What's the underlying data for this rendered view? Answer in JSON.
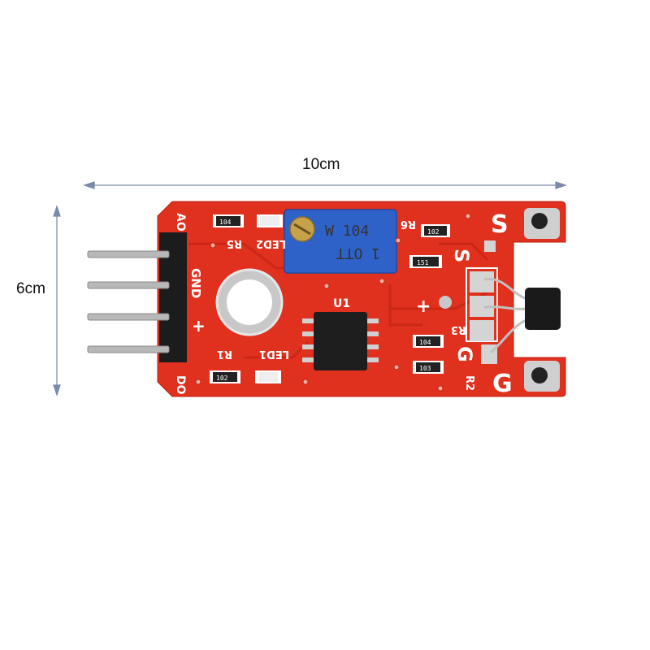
{
  "dimensions": {
    "width": "10cm",
    "height": "6cm"
  },
  "board": {
    "pins": [
      "AO",
      "GND",
      "+",
      "DO"
    ],
    "side_labels": [
      "S",
      "G"
    ],
    "components": {
      "r1": "R1",
      "r2": "R2",
      "r3": "R3",
      "r5": "R5",
      "r6": "R6",
      "led1": "LED1",
      "led2": "LED2",
      "u1": "U1",
      "plus": "+",
      "sensor_s": "S",
      "sensor_g": "G"
    },
    "resistor_codes": {
      "r5": "104",
      "r1": "102",
      "r6": "102",
      "r_mid": "151",
      "r3": "104",
      "r2": "103"
    },
    "potentiometer": {
      "line1": "W 104",
      "line2": "1 OTT"
    }
  },
  "colors": {
    "pcb": "#e0301e",
    "silkscreen": "#ffffff",
    "potentiometer": "#2f62c8",
    "arrow": "#7a8aa8"
  }
}
